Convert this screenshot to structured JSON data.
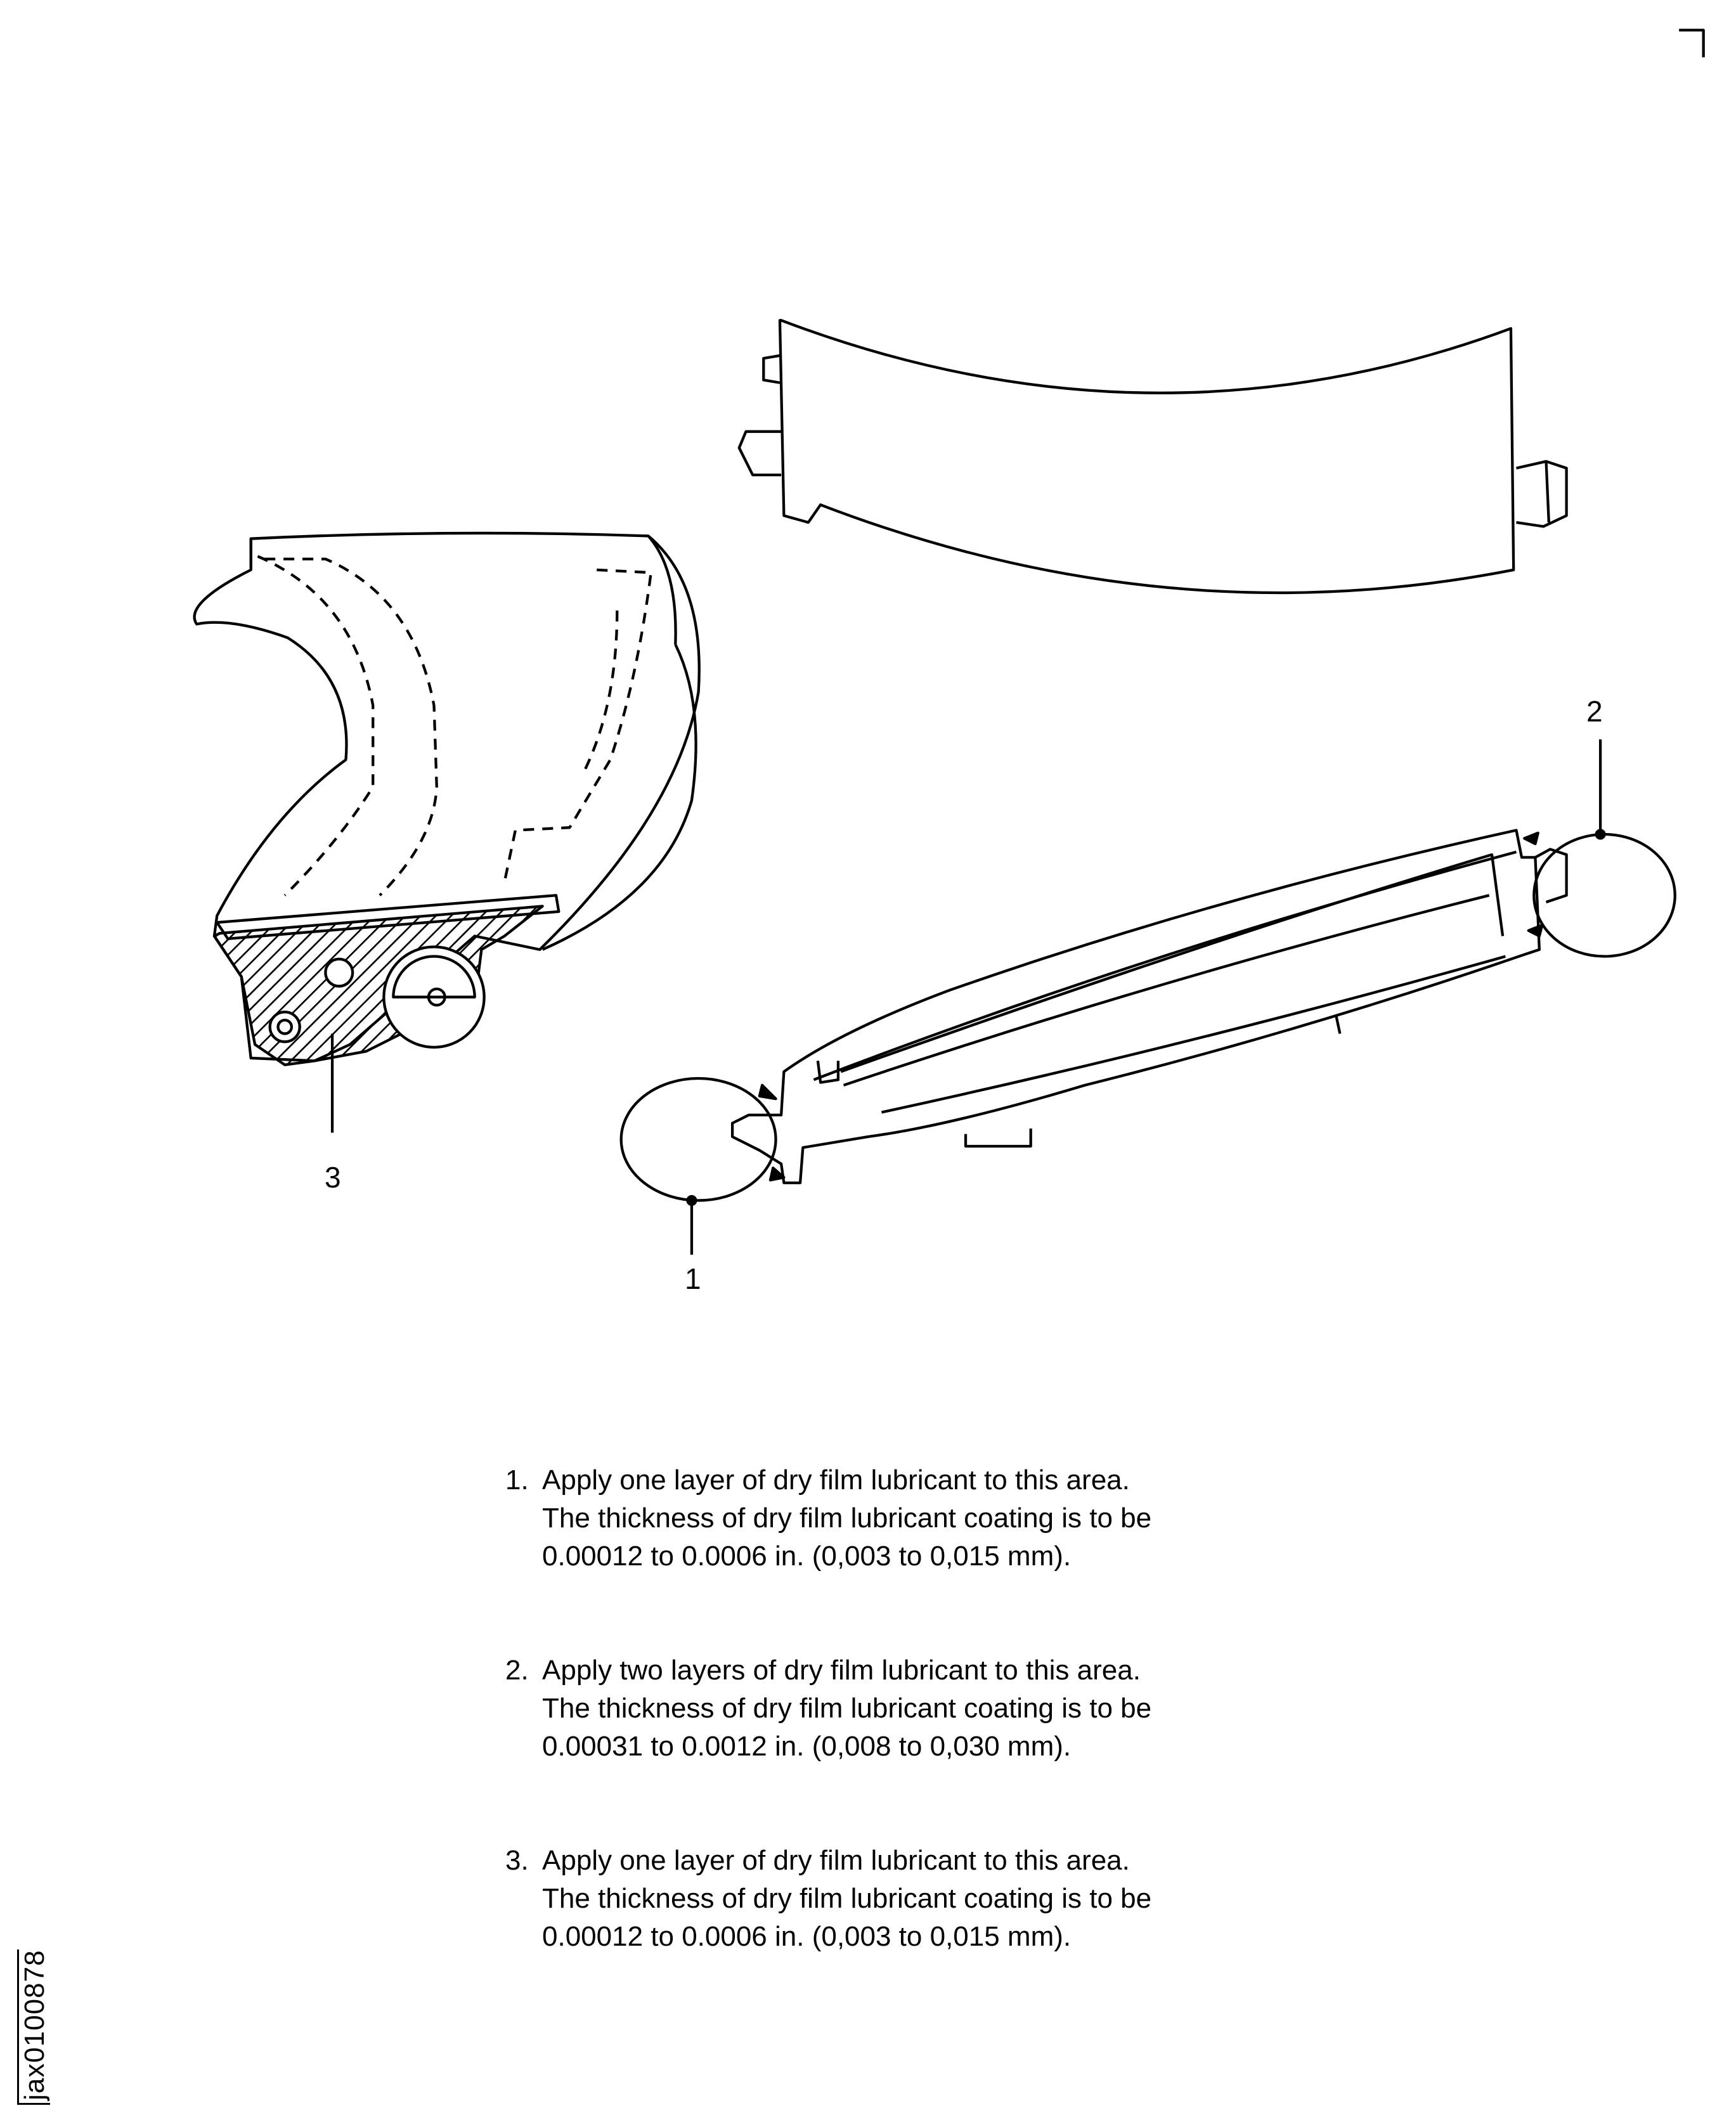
{
  "figure_id": "jax0100878",
  "callouts": {
    "one": "1",
    "two": "2",
    "three": "3"
  },
  "notes": [
    {
      "number": "1.",
      "lines": [
        "Apply one layer of dry film lubricant to this area.",
        "The thickness of dry film lubricant coating is to be",
        "0.00012 to 0.0006 in.  (0,003 to 0,015 mm)."
      ]
    },
    {
      "number": "2.",
      "lines": [
        "Apply two layers of dry film lubricant to this area.",
        "The thickness of dry film lubricant coating is to be",
        "0.00031 to 0.0012 in.  (0,008 to 0,030 mm)."
      ]
    },
    {
      "number": "3.",
      "lines": [
        "Apply one layer of dry film lubricant to this area.",
        "The thickness of dry film lubricant coating is to be",
        "0.00012 to 0.0006 in.  (0,003 to 0,015 mm)."
      ]
    }
  ]
}
